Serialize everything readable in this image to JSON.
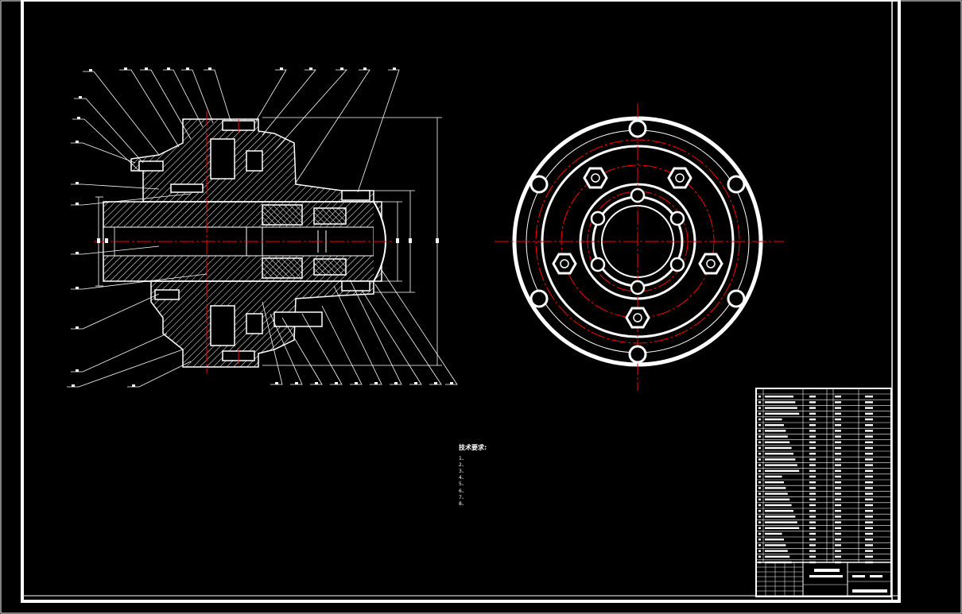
{
  "drawing": {
    "technical_requirements": {
      "title": "技术要求:",
      "items": [
        "1、",
        "2、",
        "3、",
        "4、",
        "5、",
        "6、",
        "7、",
        "8、"
      ]
    }
  },
  "colors": {
    "background": "#000000",
    "lines": "#ffffff",
    "centerlines": "#ff0000",
    "frame": "#ffffff"
  }
}
